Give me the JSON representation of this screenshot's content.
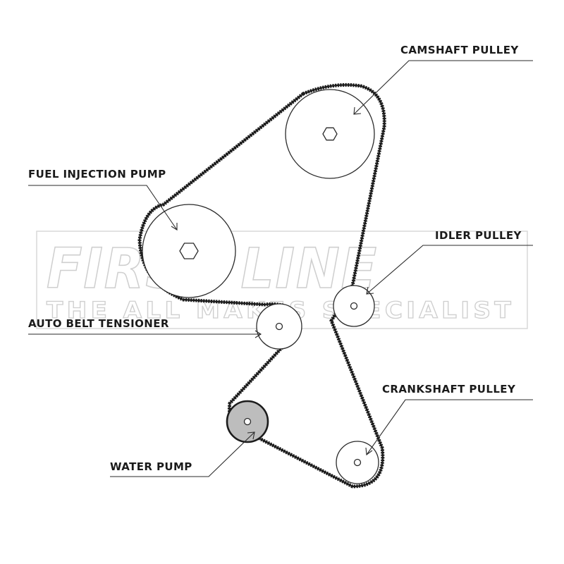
{
  "watermark": {
    "brand": "FIRST LINE",
    "tagline": "THE ALL MAKES SPECIALIST"
  },
  "labels": {
    "camshaft": "CAMSHAFT PULLEY",
    "fuel_pump": "FUEL INJECTION PUMP",
    "idler": "IDLER PULLEY",
    "tensioner": "AUTO BELT TENSIONER",
    "crankshaft": "CRANKSHAFT PULLEY",
    "water_pump": "WATER PUMP"
  },
  "colors": {
    "belt": "#1c1c1c",
    "water_pump_fill": "#bdbdbd",
    "watermark": "#cfcfcf"
  }
}
